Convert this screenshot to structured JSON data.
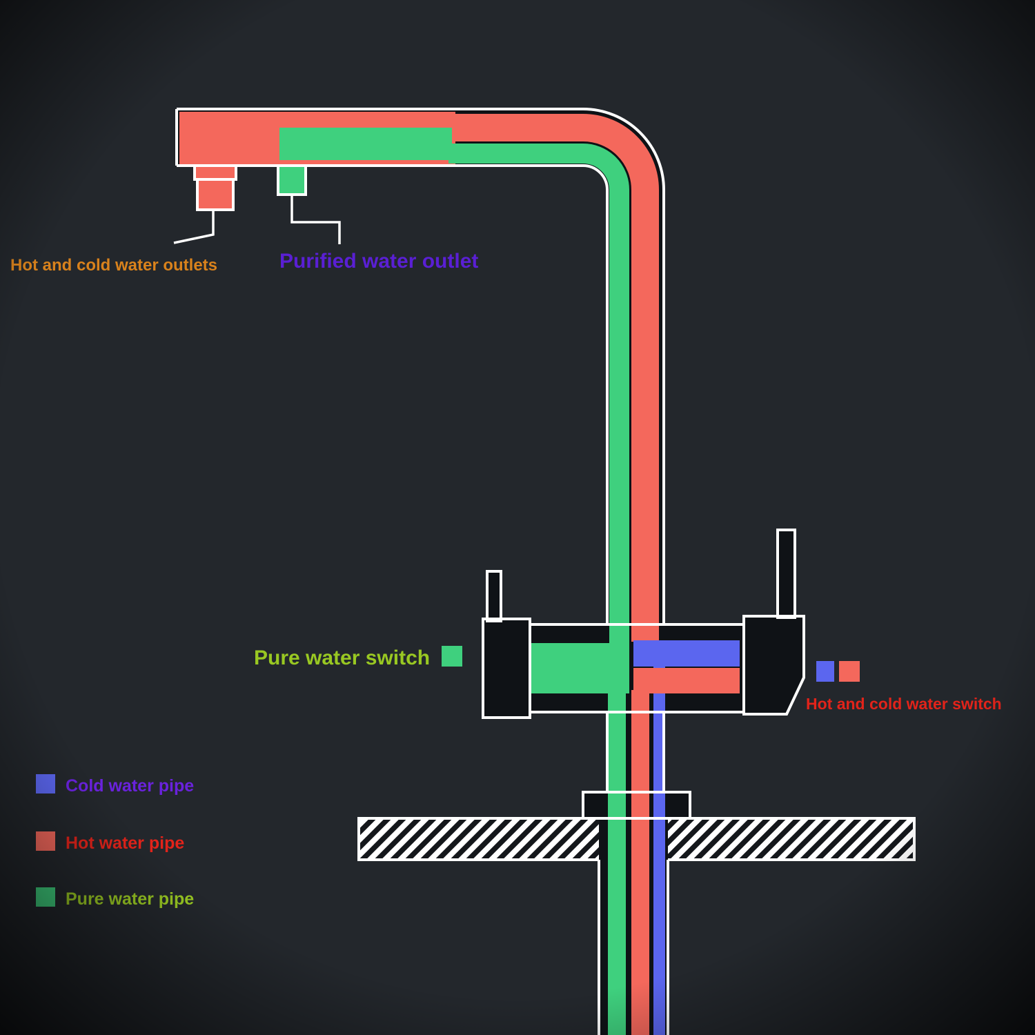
{
  "colors": {
    "background": "#23272c",
    "interior": "#0f1216",
    "outline": "#ffffff",
    "hot": "#f4685c",
    "cold": "#5b66ef",
    "pure": "#3fd07e",
    "label_orange": "#d9821c",
    "label_purple": "#5a1fd4",
    "label_green": "#99c822",
    "label_red": "#e2231a"
  },
  "labels": {
    "hot_cold_outlets": "Hot and cold water outlets",
    "purified_outlet": "Purified water outlet",
    "pure_switch": "Pure water switch",
    "hot_cold_switch": "Hot and cold water switch"
  },
  "switch_swatches": {
    "pure": "#3fd07e",
    "cold": "#5b66ef",
    "hot": "#f4685c"
  },
  "legend": {
    "items": [
      {
        "label": "Cold water pipe",
        "swatch": "#5b66ef",
        "text_color": "#6a22dd"
      },
      {
        "label": "Hot water pipe",
        "swatch": "#f4685c",
        "text_color": "#e2231a"
      },
      {
        "label": "Pure water pipe",
        "swatch": "#3fd07e",
        "text_color": "#99c822"
      }
    ]
  }
}
